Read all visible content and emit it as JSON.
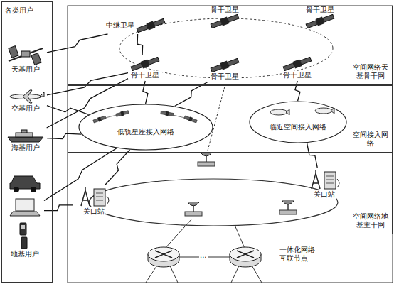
{
  "diagram": {
    "nodes": [
      {
        "text": [
          "各类用户"
        ]
      },
      {
        "text": [
          "天基用户"
        ],
        "in": 0
      },
      {
        "text": [
          "空基用户"
        ],
        "in": 0
      },
      {
        "text": [
          "海基用户"
        ],
        "in": 0
      },
      {
        "text": [
          "地基用户"
        ],
        "in": 0
      },
      {
        "text": [
          "空间网络天基骨干网"
        ]
      },
      {
        "text": [
          "中继卫星"
        ],
        "in": 5
      },
      {
        "text": [
          "骨干卫星"
        ],
        "in": 5
      },
      {
        "text": [
          "骨干卫星"
        ],
        "in": 5
      },
      {
        "text": [
          "骨干卫星"
        ],
        "in": 5
      },
      {
        "text": [
          "骨干卫星"
        ],
        "in": 5
      },
      {
        "text": [
          "骨干卫星"
        ],
        "in": 5
      },
      {
        "text": [
          "空间接入网络"
        ]
      },
      {
        "text": [
          "低轨星座接入网络"
        ],
        "in": 12
      },
      {
        "text": [
          "临近空间接入网络"
        ],
        "in": 12
      },
      {
        "text": [
          "空间网络地基主干网"
        ]
      },
      {
        "text": [
          "关口站"
        ],
        "in": 15
      },
      {
        "text": [
          "关口站"
        ],
        "in": 15
      }
    ],
    "edges": [
      {
        "from": 1,
        "to": 6,
        "arrow": "none"
      },
      {
        "from": 2,
        "to": 9,
        "arrow": "none"
      },
      {
        "from": 3,
        "to": 9,
        "arrow": "none"
      },
      {
        "from": 2,
        "to": 13,
        "arrow": "none"
      },
      {
        "from": 3,
        "to": 13,
        "arrow": "none"
      },
      {
        "from": 4,
        "to": 13,
        "arrow": "none"
      },
      {
        "from": 4,
        "to": 16,
        "arrow": "none"
      },
      {
        "from": 6,
        "to": 9,
        "arrow": "none"
      },
      {
        "from": 13,
        "to": 9,
        "arrow": "none"
      },
      {
        "from": 13,
        "to": 10,
        "arrow": "none"
      },
      {
        "from": 14,
        "to": 11,
        "arrow": "none"
      },
      {
        "from": 14,
        "to": 17,
        "arrow": "none"
      },
      {
        "from": 13,
        "to": 16,
        "arrow": "none"
      }
    ],
    "labels": [
      "...",
      "一体化网络互联节点"
    ]
  }
}
